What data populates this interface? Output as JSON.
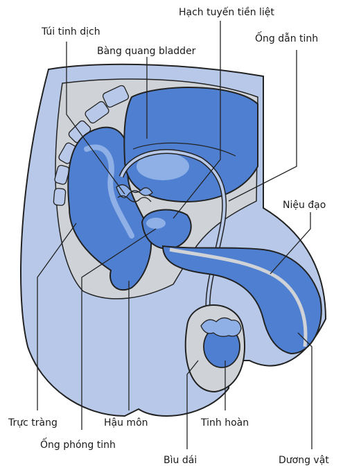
{
  "labels": {
    "tui_tinh_dich": "Túi tinh dịch",
    "hach_tuyen_tien_liet": "Hạch tuyến tiền liệt",
    "bang_quang": "Bàng quang bladder",
    "ong_dan_tinh": "Ống dẫn tinh",
    "nieu_dao": "Niệu đạo",
    "truc_trang": "Trực tràng",
    "hau_mon": "Hậu môn",
    "tinh_hoan": "Tinh hoàn",
    "ong_phong_tinh": "Ống phóng tinh",
    "biu_dai": "Bìu dái",
    "duong_vat": "Dương vật"
  },
  "colors": {
    "tissue_light": "#b7c8e8",
    "tissue_gray": "#cfd2d6",
    "organ_blue": "#4f7fd0",
    "organ_blue_light": "#8fb0e6",
    "outline": "#222222",
    "text": "#1a1a1a"
  }
}
